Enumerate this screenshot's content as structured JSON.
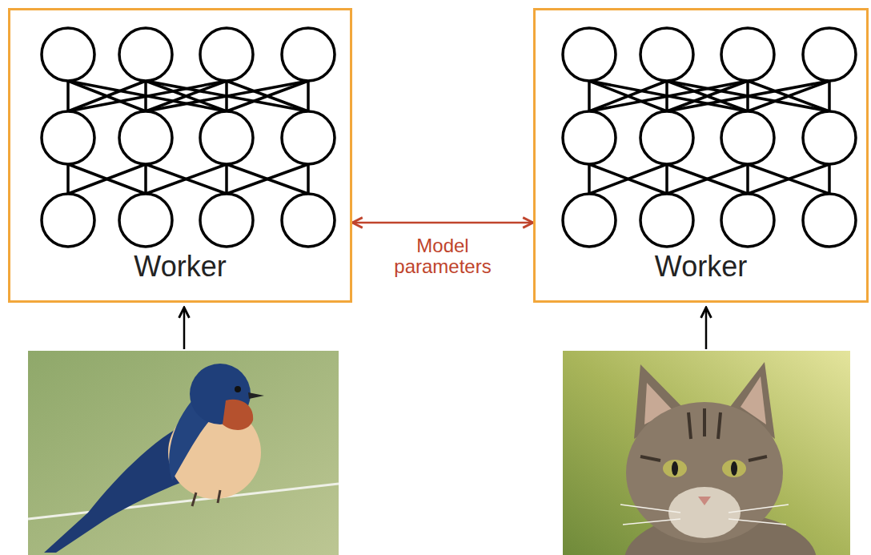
{
  "diagram": {
    "nodes": [
      {
        "text": [
          "Worker"
        ]
      },
      {
        "text": [
          "Worker"
        ]
      }
    ],
    "edges": [
      {
        "from": 0,
        "to": 1,
        "arrow": "both",
        "label": "Model parameters"
      }
    ]
  }
}
